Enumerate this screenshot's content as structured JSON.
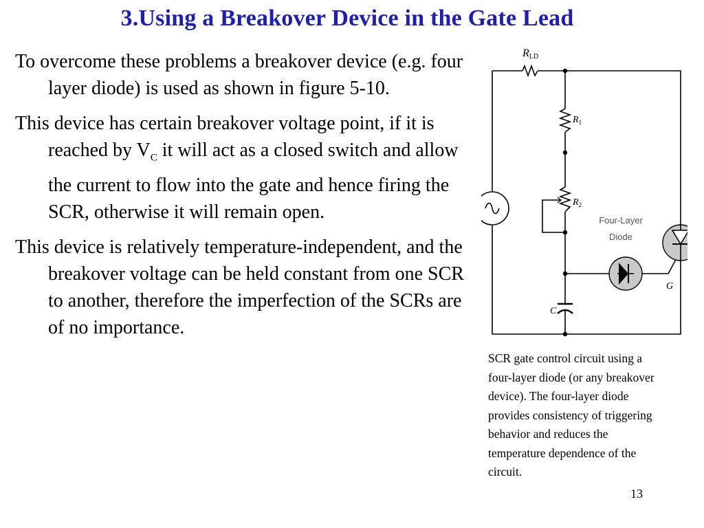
{
  "slide": {
    "title": "3.Using a Breakover Device in the Gate Lead",
    "page_number": "13"
  },
  "paragraphs": {
    "p1": "To overcome these problems a breakover device (e.g. four layer diode) is used as shown in figure 5-10.",
    "p2_before": "This device has certain breakover voltage point, if it is reached by ",
    "p2_v": "V",
    "p2_sub": "C",
    "p2_after": " it will act as a closed switch and allow the current to flow into the gate and hence firing the SCR, otherwise it will remain open.",
    "p3": "This device is relatively temperature-independent, and the breakover voltage can be held constant from one SCR to another, therefore the imperfection of the SCRs are of no importance."
  },
  "figure": {
    "caption": "SCR gate control circuit using a four-layer diode (or any breakover device). The four-layer diode provides consistency of triggering behavior and reduces the temperature dependence of the circuit.",
    "labels": {
      "rld_main": "R",
      "rld_sub": "LD",
      "r1_main": "R",
      "r1_sub": "1",
      "r2_main": "R",
      "r2_sub": "2",
      "diode_line1": "Four-Layer",
      "diode_line2": "Diode",
      "cap": "C",
      "gate": "G"
    }
  }
}
